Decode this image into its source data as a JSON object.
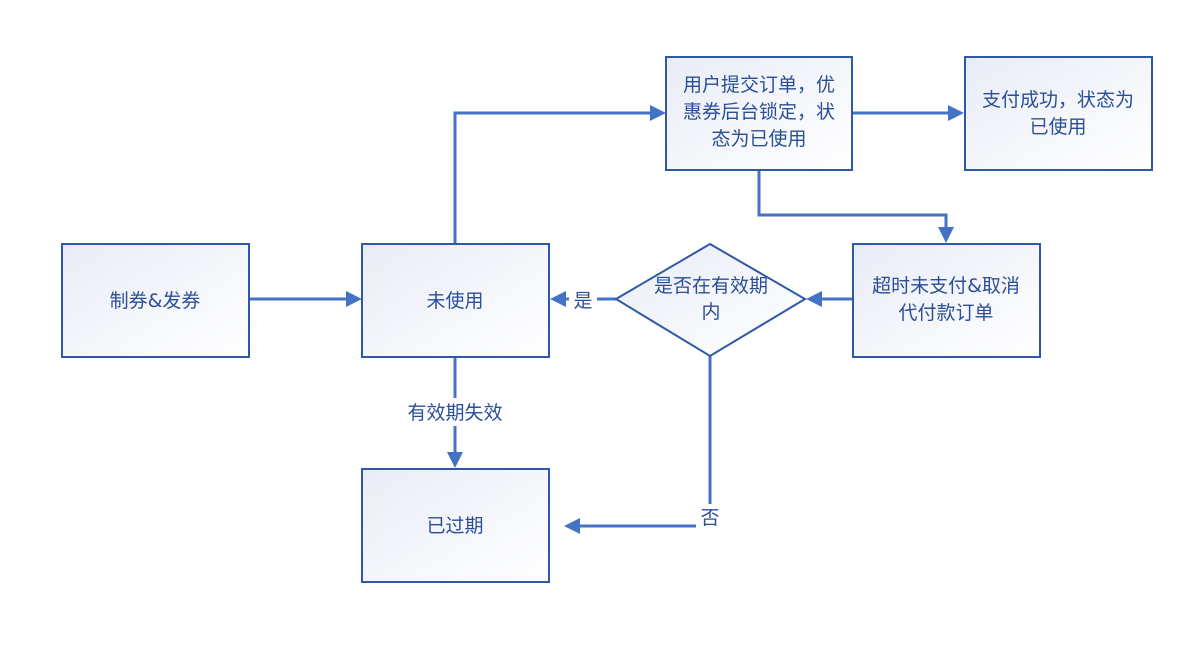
{
  "nodes": {
    "issue": "制券&发券",
    "unused": "未使用",
    "submit": [
      "用户提交订单，优",
      "惠券后台锁定，状",
      "态为已使用"
    ],
    "paid": [
      "支付成功，状态为",
      "已使用"
    ],
    "cancel": [
      "超时未支付&取消",
      "代付款订单"
    ],
    "validity_check": [
      "是否在有效期",
      "内"
    ],
    "expired": "已过期"
  },
  "edges": {
    "unused_to_expired": "有效期失效",
    "check_yes": "是",
    "check_no": "否"
  },
  "colors": {
    "box_stroke": "#2f58a6",
    "box_fill_top": "#e8ecf5",
    "box_fill_bottom": "#ffffff",
    "edge": "#4472c4",
    "text": "#2a4f97"
  }
}
